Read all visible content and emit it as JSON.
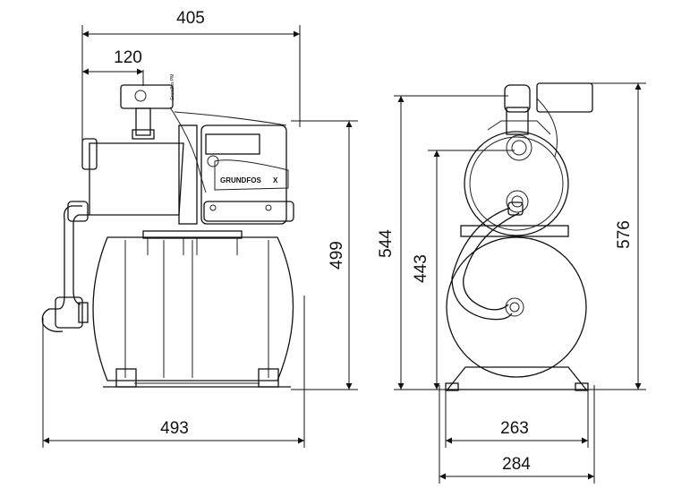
{
  "brand_label": "GRUNDFOS",
  "switch_label": "Grundfos PM",
  "dimensions": {
    "top_overall_width": "405",
    "motor_offset": "120",
    "tank_width": "493",
    "side_height_499": "499",
    "front_total_height": "544",
    "front_inlet_height": "443",
    "front_overall_height": "576",
    "foot_inner_width": "263",
    "foot_outer_width": "284"
  }
}
